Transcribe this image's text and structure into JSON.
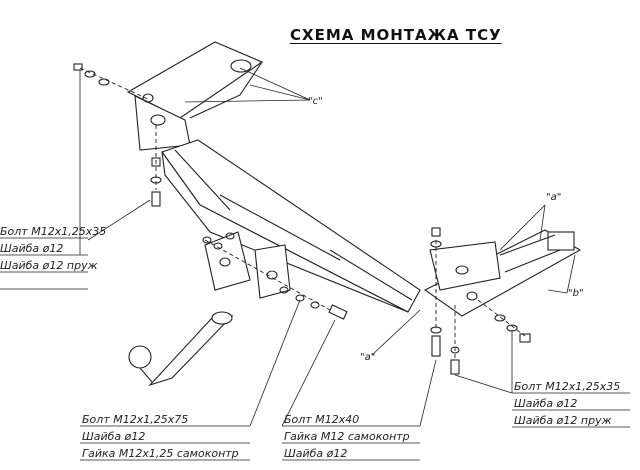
{
  "title": "СХЕМА МОНТАЖА ТСУ",
  "callouts": {
    "c": "\"с\"",
    "a_top": "\"а\"",
    "b": "\"b\"",
    "a_bottom": "\"а\""
  },
  "label_groups": {
    "left": [
      "Болт М12х1,25х35",
      "Шайба ø12",
      "Шайба ø12 пруж"
    ],
    "bottom_left": [
      "Болт М12х1,25х75",
      "Шайба ø12",
      "Гайка М12х1,25 самоконтр"
    ],
    "bottom_center": [
      "Болт М12х40",
      "Гайка М12 самоконтр",
      "Шайба ø12"
    ],
    "right": [
      "Болт М12х1,25х35",
      "Шайба ø12",
      "Шайба ø12 пруж"
    ]
  }
}
